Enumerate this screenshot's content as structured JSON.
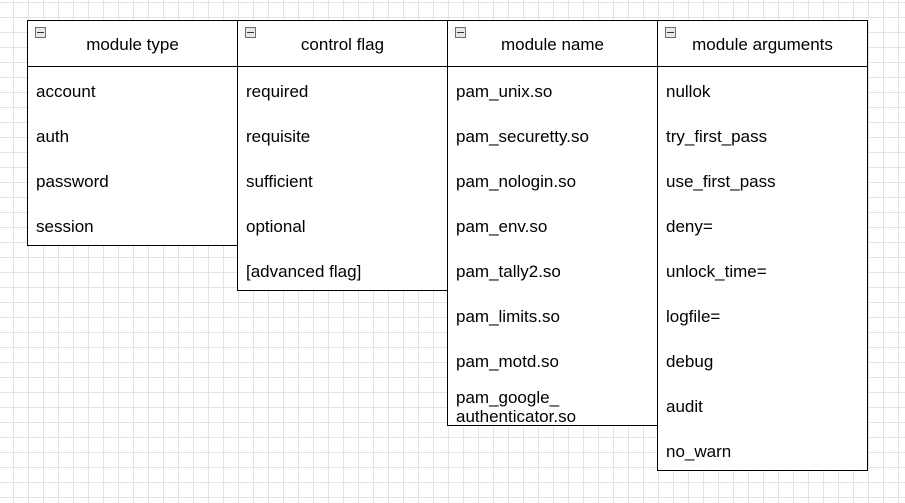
{
  "tables": [
    {
      "title": "module type",
      "rows": [
        "account",
        "auth",
        "password",
        "session"
      ]
    },
    {
      "title": "control flag",
      "rows": [
        "required",
        "requisite",
        "sufficient",
        "optional",
        "[advanced flag]"
      ]
    },
    {
      "title": "module name",
      "rows": [
        "pam_unix.so",
        "pam_securetty.so",
        "pam_nologin.so",
        "pam_env.so",
        "pam_tally2.so",
        "pam_limits.so",
        "pam_motd.so",
        "pam_google_\nauthenticator.so"
      ]
    },
    {
      "title": "module arguments",
      "rows": [
        "nullok",
        "try_first_pass",
        "use_first_pass",
        "deny=",
        "unlock_time=",
        "logfile=",
        "debug",
        "audit",
        "no_warn"
      ]
    }
  ],
  "icons": {
    "collapse": "collapse-icon"
  },
  "colors": {
    "grid_line": "#e3e3e3",
    "border": "#000000",
    "background": "#ffffff"
  }
}
